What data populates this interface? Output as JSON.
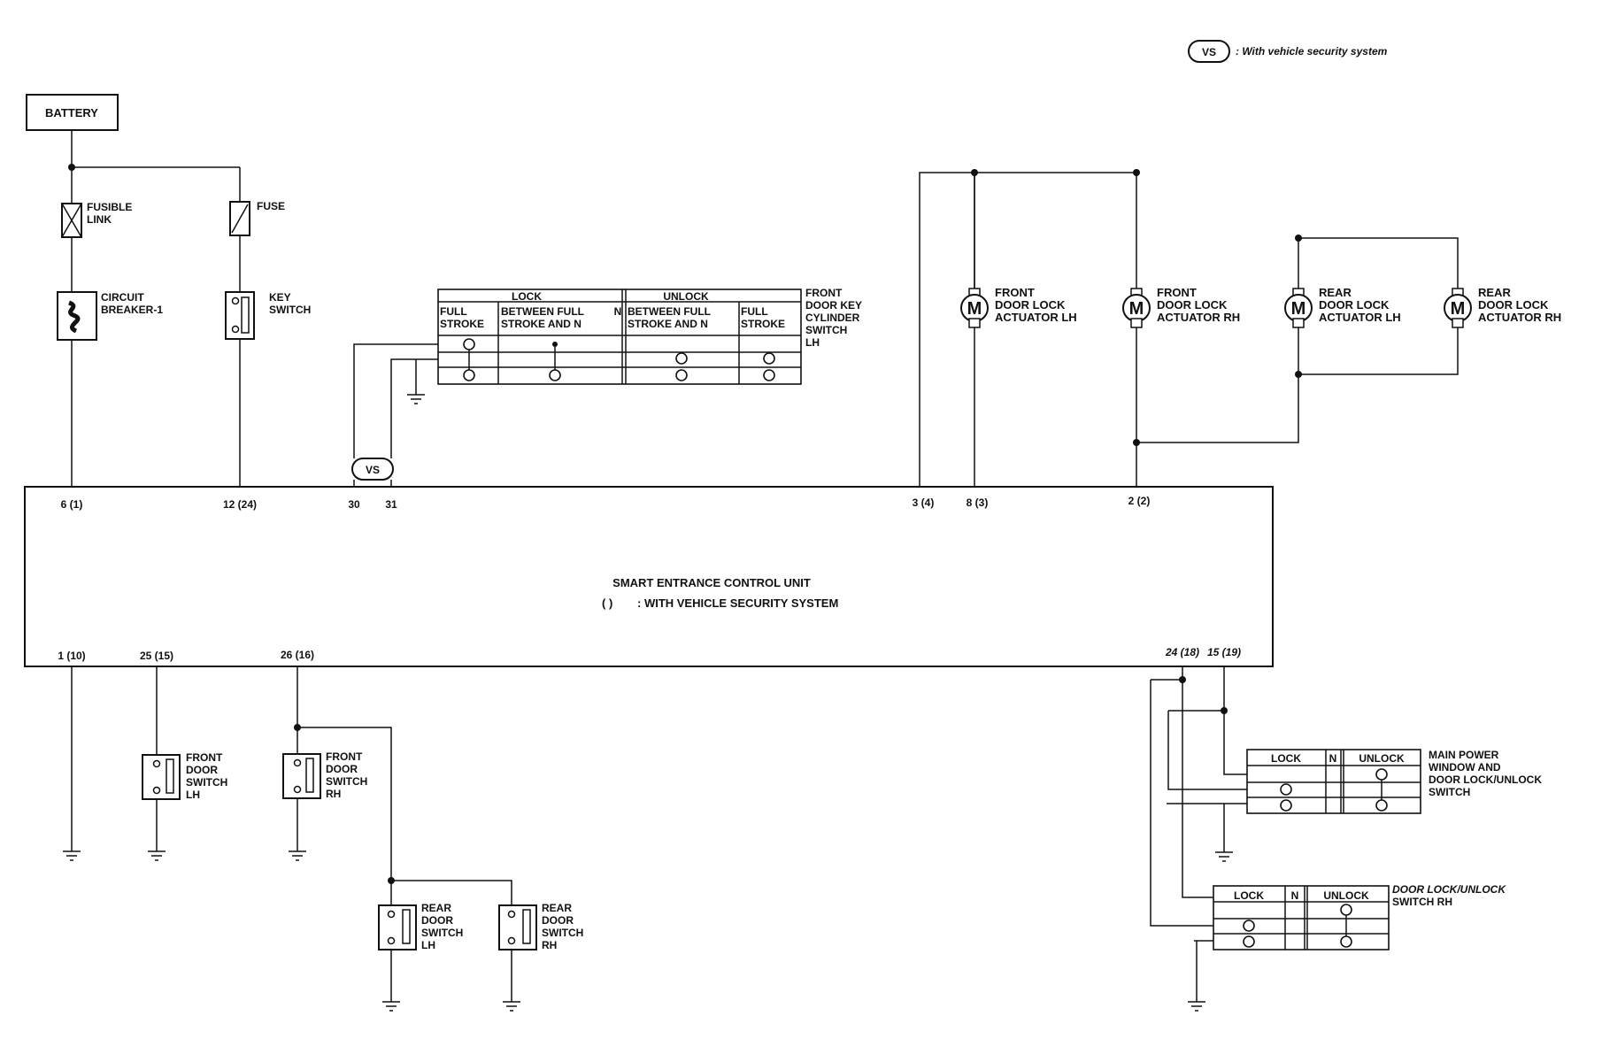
{
  "legend": {
    "badge": "VS",
    "text": ": With vehicle security system"
  },
  "battery": "BATTERY",
  "fusible_link": [
    "FUSIBLE",
    "LINK"
  ],
  "fuse": "FUSE",
  "circuit_breaker": [
    "CIRCUIT",
    "BREAKER-1"
  ],
  "key_switch": [
    "KEY",
    "SWITCH"
  ],
  "vs_badge": "VS",
  "cylinder_switch": {
    "name": [
      "FRONT",
      "DOOR KEY",
      "CYLINDER",
      "SWITCH",
      "LH"
    ],
    "lock": "LOCK",
    "unlock": "UNLOCK",
    "n": "N",
    "col1": [
      "FULL",
      "STROKE"
    ],
    "col2": [
      "BETWEEN FULL",
      "STROKE AND N"
    ],
    "col3": [
      "BETWEEN FULL",
      "STROKE AND N"
    ],
    "col4": [
      "FULL",
      "STROKE"
    ]
  },
  "actuators": {
    "m": "M",
    "front_lh": [
      "FRONT",
      "DOOR LOCK",
      "ACTUATOR LH"
    ],
    "front_rh": [
      "FRONT",
      "DOOR LOCK",
      "ACTUATOR RH"
    ],
    "rear_lh": [
      "REAR",
      "DOOR LOCK",
      "ACTUATOR LH"
    ],
    "rear_rh": [
      "REAR",
      "DOOR LOCK",
      "ACTUATOR RH"
    ]
  },
  "control_unit": {
    "title": "SMART ENTRANCE CONTROL UNIT",
    "paren": "(      )",
    "subtitle": ": WITH VEHICLE SECURITY SYSTEM"
  },
  "pins_top": {
    "p1": "6 (1)",
    "p2": "12 (24)",
    "p3": "30",
    "p4": "31",
    "p5": "3 (4)",
    "p6": "8 (3)",
    "p7": "2 (2)"
  },
  "pins_bottom": {
    "p1": "1 (10)",
    "p2": "25 (15)",
    "p3": "26 (16)",
    "p4": "24 (18)",
    "p5": "15 (19)"
  },
  "door_switches": {
    "front_lh": [
      "FRONT",
      "DOOR",
      "SWITCH",
      "LH"
    ],
    "front_rh": [
      "FRONT",
      "DOOR",
      "SWITCH",
      "RH"
    ],
    "rear_lh": [
      "REAR",
      "DOOR",
      "SWITCH",
      "LH"
    ],
    "rear_rh": [
      "REAR",
      "DOOR",
      "SWITCH",
      "RH"
    ]
  },
  "main_switch": {
    "name": [
      "MAIN POWER",
      "WINDOW AND",
      "DOOR LOCK/UNLOCK",
      "SWITCH"
    ],
    "lock": "LOCK",
    "n": "N",
    "unlock": "UNLOCK"
  },
  "rh_switch": {
    "name": [
      "DOOR LOCK/UNLOCK",
      "SWITCH RH"
    ],
    "lock": "LOCK",
    "n": "N",
    "unlock": "UNLOCK"
  }
}
